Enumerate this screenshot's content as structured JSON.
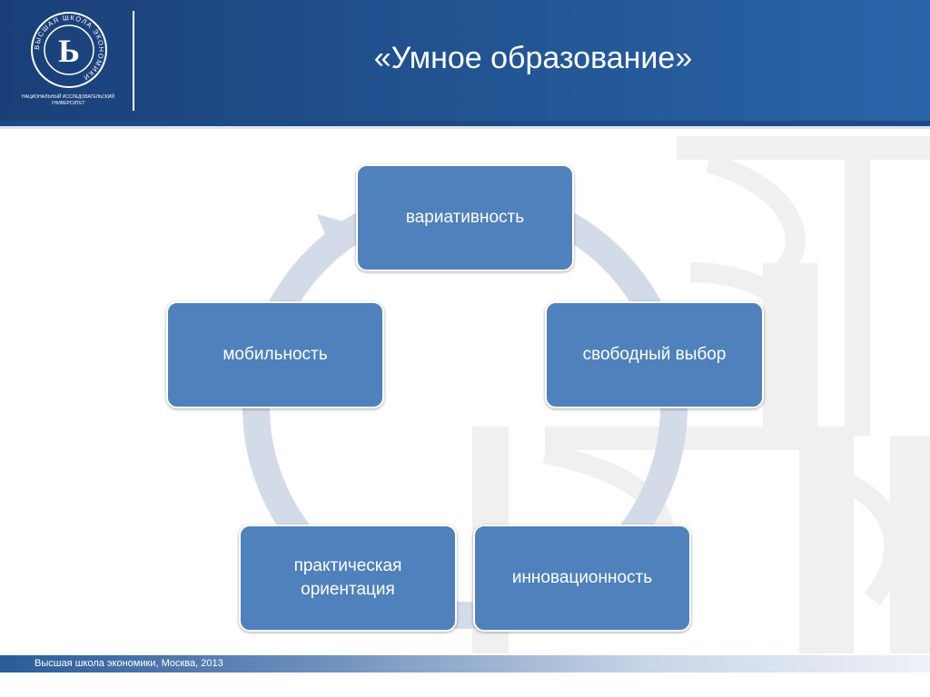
{
  "header": {
    "title": "«Умное образование»",
    "logo_ring_text": "ВЫСШАЯ ШКОЛА ЭКОНОМИКИ",
    "logo_monogram": "Ь",
    "logo_caption_line1": "НАЦИОНАЛЬНЫЙ ИССЛЕДОВАТЕЛЬСКИЙ",
    "logo_caption_line2": "УНИВЕРСИТЕТ"
  },
  "diagram": {
    "type": "cycle",
    "nodes": [
      {
        "label": "вариативность"
      },
      {
        "label": "свободный выбор"
      },
      {
        "label": "инновационность"
      },
      {
        "label": "практическая\nориентация"
      },
      {
        "label": "мобильность"
      }
    ]
  },
  "footer": {
    "text": "Высшая школа экономики, Москва, 2013"
  },
  "colors": {
    "header": "#21528f",
    "node_fill": "#4f81bd",
    "cycle_arrow": "#d3dbe9",
    "watermark": "#f0f0f0"
  }
}
